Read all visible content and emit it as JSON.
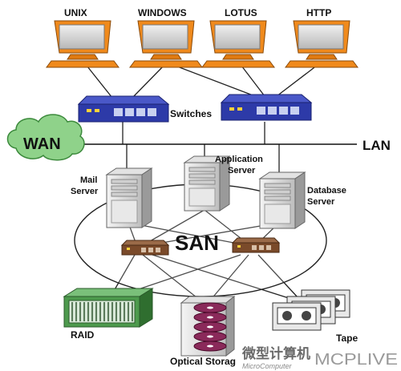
{
  "terminals": [
    {
      "label": "UNIX"
    },
    {
      "label": "WINDOWS"
    },
    {
      "label": "LOTUS"
    },
    {
      "label": "HTTP"
    }
  ],
  "switches_label": "Switches",
  "wan_label": "WAN",
  "lan_label": "LAN",
  "san_label": "SAN",
  "servers": {
    "mail": {
      "line1": "Mail",
      "line2": "Server"
    },
    "application": {
      "line1": "Application",
      "line2": "Server"
    },
    "database": {
      "line1": "Database",
      "line2": "Server"
    }
  },
  "storage": {
    "raid": "RAID",
    "optical": "Optical Storag",
    "tape": "Tape"
  },
  "watermark": {
    "cn": "微型计算机",
    "en": "MicroComputer",
    "brand": "MCPLIVE"
  },
  "colors": {
    "terminal_body": "#f08a1c",
    "terminal_screen": "#d8d8d8",
    "switch_blue": "#2d3aa8",
    "wan_green": "#8fd28a",
    "san_switch": "#7a4a2a",
    "raid_green": "#4d9a4d",
    "optical_disc": "#8a2a5a"
  }
}
